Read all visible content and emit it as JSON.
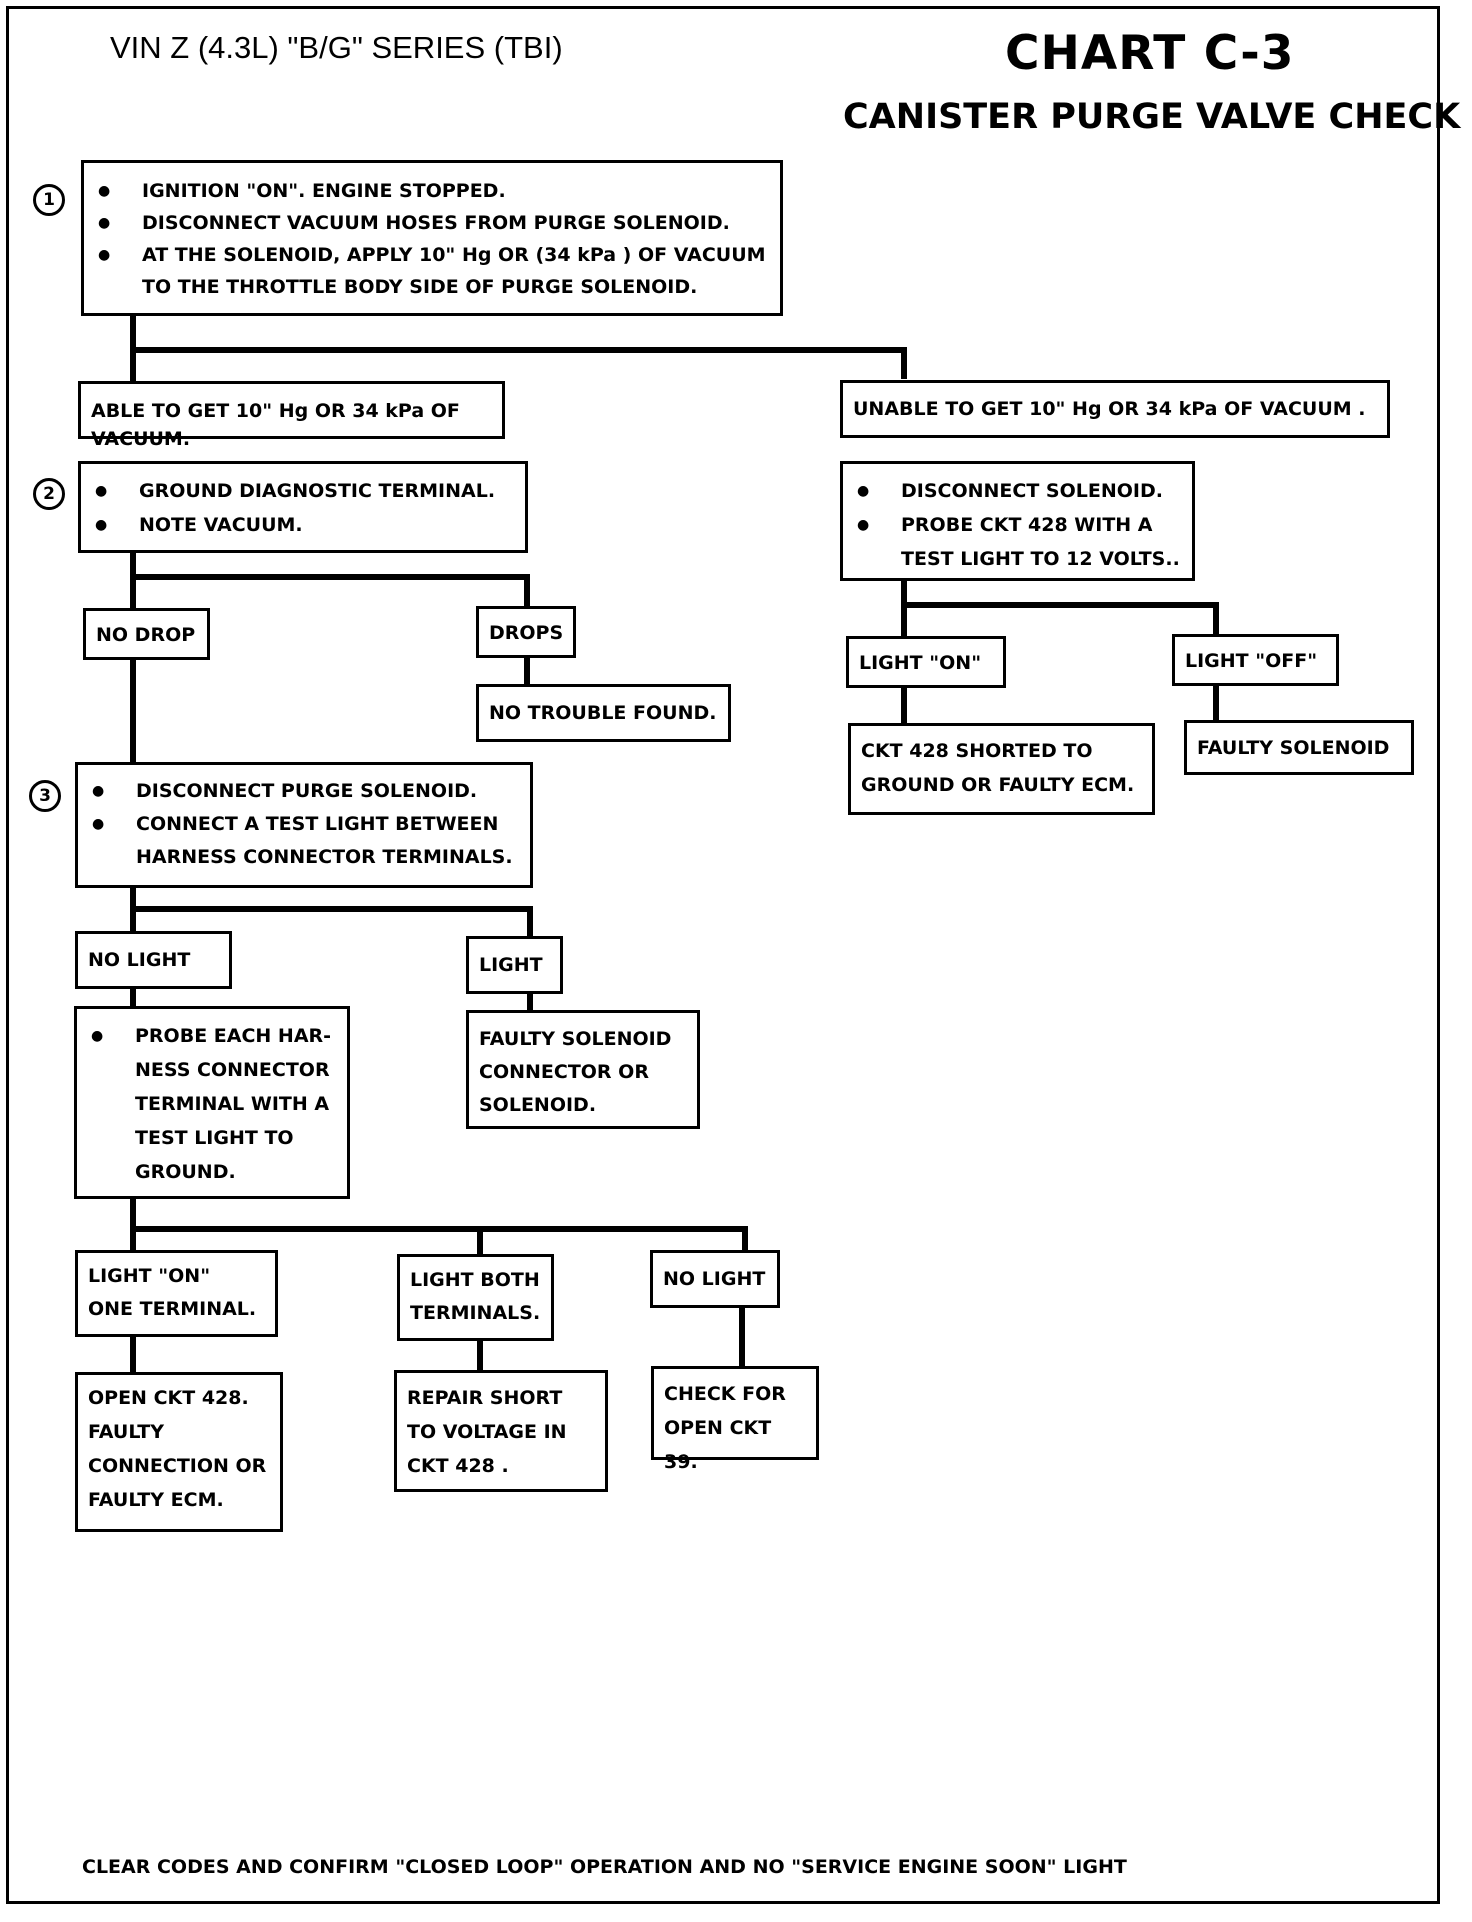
{
  "header": {
    "vehicle": "VIN Z (4.3L) \"B/G\" SERIES (TBI)",
    "chart_id": "CHART C-3",
    "chart_title": "CANISTER PURGE VALVE CHECK"
  },
  "steps": {
    "s1": "1",
    "s2": "2",
    "s3": "3"
  },
  "step1": {
    "b1": "IGNITION \"ON\". ENGINE STOPPED.",
    "b2": "DISCONNECT VACUUM HOSES FROM PURGE SOLENOID.",
    "b3": "AT THE SOLENOID, APPLY 10\" Hg OR (34 kPa ) OF VACUUM",
    "b3_cont": "TO THE THROTTLE BODY SIDE OF PURGE SOLENOID."
  },
  "able": "ABLE TO GET 10\" Hg OR 34 kPa OF VACUUM.",
  "unable": "UNABLE TO GET 10\" Hg OR 34 kPa OF VACUUM .",
  "step2": {
    "b1": "GROUND DIAGNOSTIC TERMINAL.",
    "b2": "NOTE VACUUM."
  },
  "right_check": {
    "b1": "DISCONNECT SOLENOID.",
    "b2": "PROBE CKT 428 WITH A",
    "b2_cont": "TEST LIGHT TO 12 VOLTS.."
  },
  "no_drop": "NO DROP",
  "drops": "DROPS",
  "no_trouble": "NO TROUBLE FOUND.",
  "light_on_right": "LIGHT \"ON\"",
  "light_off_right": "LIGHT \"OFF\"",
  "ckt_shorted": [
    "CKT 428 SHORTED TO",
    "GROUND OR FAULTY ECM."
  ],
  "faulty_solenoid_right": "FAULTY SOLENOID",
  "step3": {
    "b1": "DISCONNECT PURGE SOLENOID.",
    "b2": "CONNECT A TEST LIGHT BETWEEN",
    "b2_cont": "HARNESS CONNECTOR TERMINALS."
  },
  "no_light_3": "NO LIGHT",
  "light_3": "LIGHT",
  "probe": {
    "b1": "PROBE EACH HAR-",
    "lines": [
      "NESS CONNECTOR",
      "TERMINAL WITH  A",
      "TEST LIGHT TO",
      "GROUND."
    ]
  },
  "faulty_connector": [
    "FAULTY SOLENOID",
    "CONNECTOR OR",
    "SOLENOID."
  ],
  "light_on_one": [
    "LIGHT \"ON\"",
    "ONE TERMINAL."
  ],
  "light_both": [
    "LIGHT BOTH",
    "TERMINALS."
  ],
  "no_light_bottom": "NO LIGHT",
  "open_ckt": [
    "OPEN CKT 428.",
    "FAULTY",
    "CONNECTION OR",
    "FAULTY ECM."
  ],
  "repair_short": [
    "REPAIR SHORT",
    "TO VOLTAGE IN",
    "CKT 428 ."
  ],
  "check_open": [
    "CHECK FOR",
    "OPEN CKT 39."
  ],
  "footer": "CLEAR CODES AND CONFIRM \"CLOSED LOOP\" OPERATION AND NO \"SERVICE ENGINE SOON\" LIGHT"
}
